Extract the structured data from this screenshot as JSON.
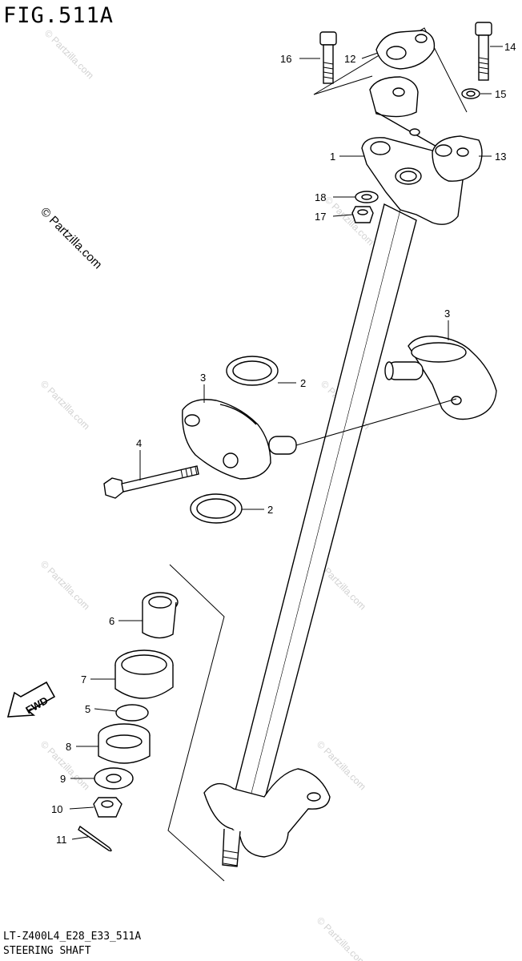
{
  "figure": {
    "title": "FIG.511A",
    "model_code": "LT-Z400L4_E28_E33_511A",
    "caption": "STEERING SHAFT"
  },
  "fwd_label": "FWD",
  "watermark": {
    "primary": "© Partzilla.com",
    "repeat": "© Partzilla.com",
    "color": "#cfcfcf"
  },
  "callouts": {
    "c1": "1",
    "c2a": "2",
    "c2b": "2",
    "c3a": "3",
    "c3b": "3",
    "c4": "4",
    "c5": "5",
    "c6": "6",
    "c7": "7",
    "c8": "8",
    "c9": "9",
    "c10": "10",
    "c11": "11",
    "c12": "12",
    "c13": "13",
    "c14": "14",
    "c15": "15",
    "c16": "16",
    "c17": "17",
    "c18": "18"
  }
}
